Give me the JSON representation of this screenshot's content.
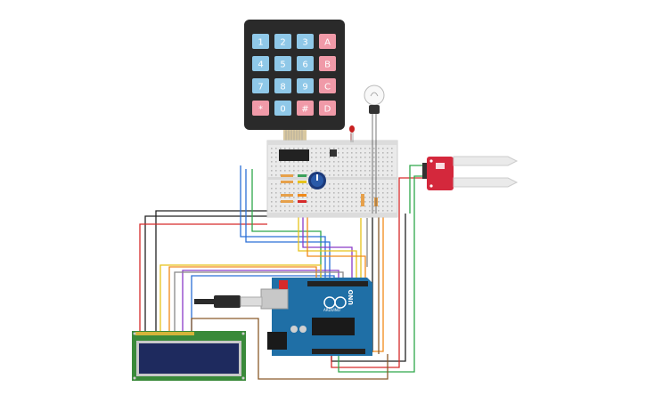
{
  "keypad": {
    "rows": [
      [
        "1",
        "2",
        "3",
        "A"
      ],
      [
        "4",
        "5",
        "6",
        "B"
      ],
      [
        "7",
        "8",
        "9",
        "C"
      ],
      [
        "*",
        "0",
        "#",
        "D"
      ]
    ],
    "digit_color": "#8fc8e8",
    "letter_color": "#f09aa8"
  },
  "arduino": {
    "model_label": "UNO",
    "brand_label": "ARDUINO",
    "board_color": "#1f6fa6"
  },
  "colors": {
    "wire_blue": "#2b6fd6",
    "wire_green": "#2ea84a",
    "wire_yellow": "#e6c21a",
    "wire_orange": "#f08a1a",
    "wire_red": "#d62a2a",
    "wire_brown": "#8a5a2a",
    "wire_purple": "#8a3ac8",
    "wire_black": "#222222",
    "wire_gray": "#888888",
    "lcd_screen": "#1e2a5e",
    "lcd_board": "#3a8a3a",
    "sensor_board": "#d4283c"
  }
}
